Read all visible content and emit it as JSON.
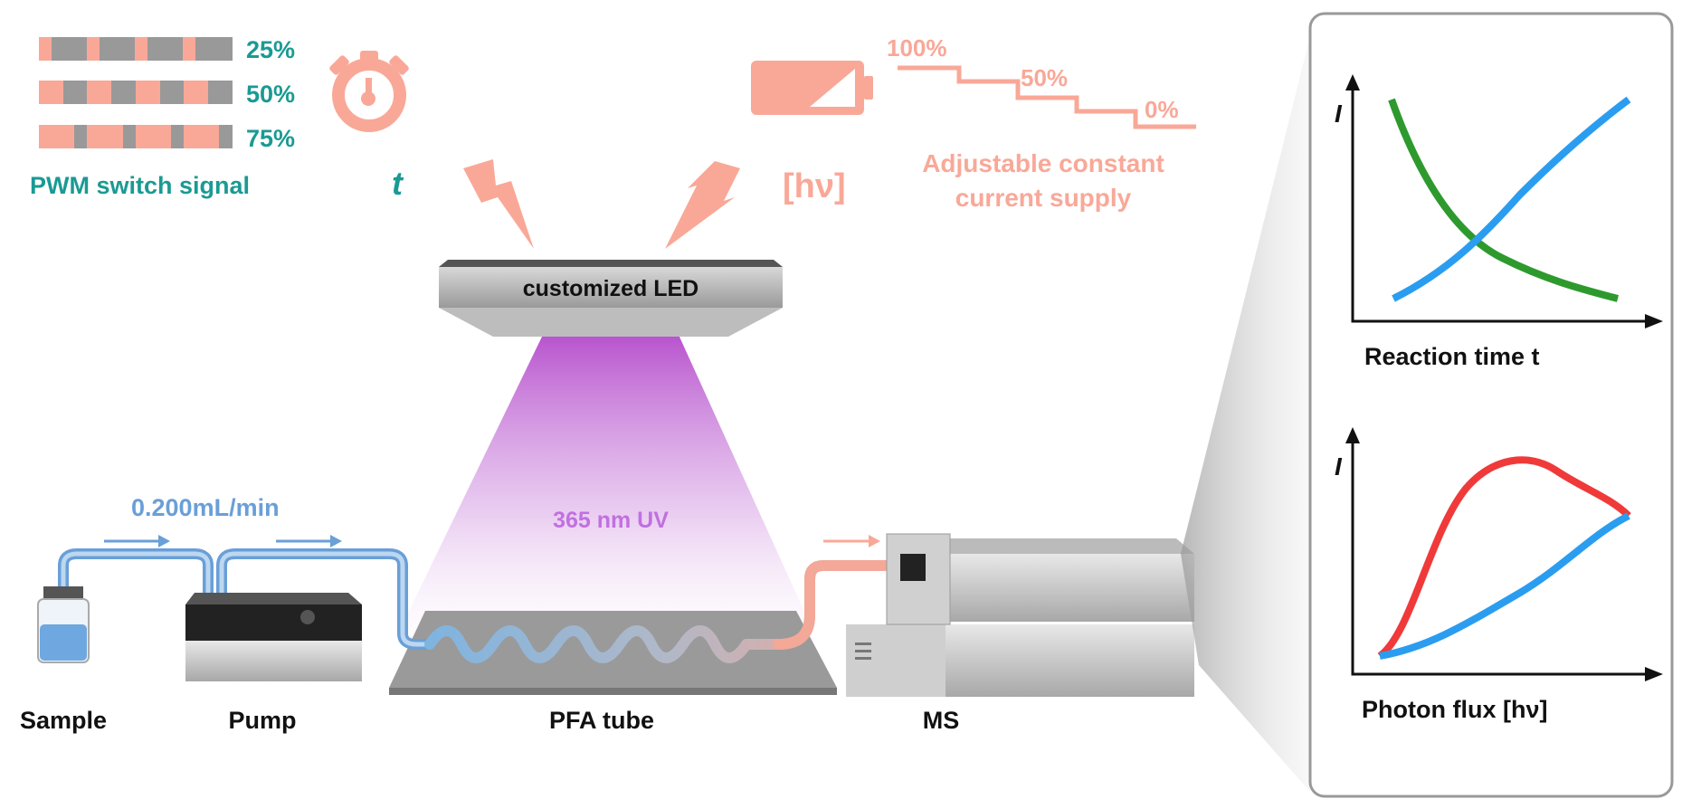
{
  "pwm": {
    "levels": [
      "25%",
      "50%",
      "75%"
    ],
    "title": "PWM switch signal"
  },
  "time": {
    "symbol": "t"
  },
  "photon": {
    "symbol": "[hν]"
  },
  "supply": {
    "levels": [
      "100%",
      "50%",
      "0%"
    ],
    "line1": "Adjustable constant",
    "line2": "current supply"
  },
  "led": {
    "label": "customized LED"
  },
  "uv": {
    "label": "365 nm UV"
  },
  "flow": {
    "rate": "0.200mL/min"
  },
  "components": {
    "sample": "Sample",
    "pump": "Pump",
    "tube": "PFA tube",
    "ms": "MS"
  },
  "plots": {
    "top": {
      "ylabel": "I",
      "xlabel": "Reaction time t"
    },
    "bottom": {
      "ylabel": "I",
      "xlabel": "Photon flux [hν]"
    }
  },
  "colors": {
    "teal": "#1a9a94",
    "salmon": "#f9a898",
    "blue": "#6a9fd8",
    "purple": "#c070e0",
    "green": "#2e9a2e",
    "plotBlue": "#2a9df0",
    "red": "#f03a3a"
  }
}
